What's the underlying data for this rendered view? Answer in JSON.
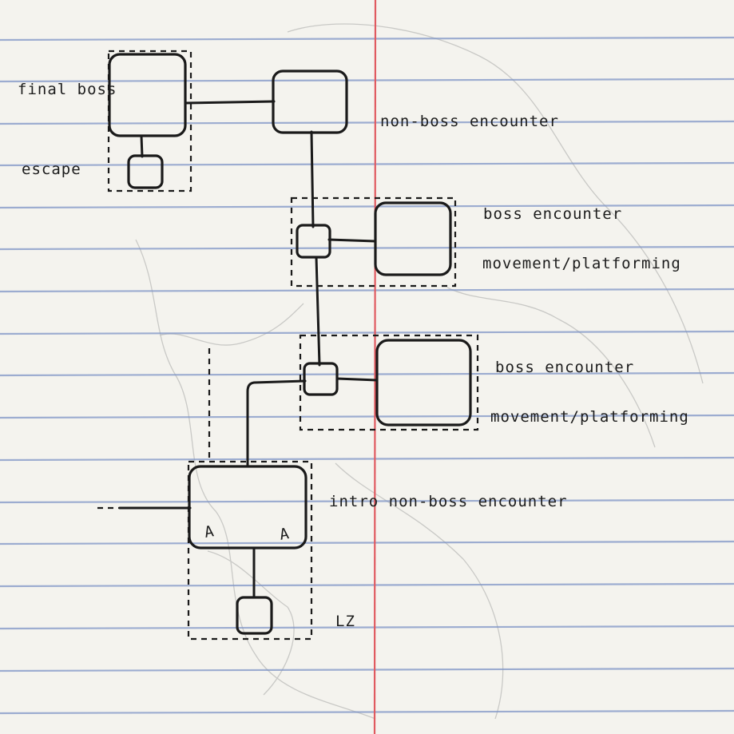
{
  "colors": {
    "paper": "#f4f3ee",
    "rule_lines": "#7f95c6",
    "margin_line": "#e05a60",
    "ink": "#1a1a1a"
  },
  "labels": {
    "final_boss": "final boss",
    "escape": "escape",
    "top_encounter": "non-boss encounter",
    "boss_1_a": "boss encounter",
    "boss_1_b": "movement/platforming",
    "boss_2_a": "boss encounter",
    "boss_2_b": "movement/platforming",
    "intro": "intro non-boss encounter",
    "lz": "LZ"
  },
  "icons": {
    "intro_room_left_mark": "A",
    "intro_room_right_mark": "A"
  }
}
